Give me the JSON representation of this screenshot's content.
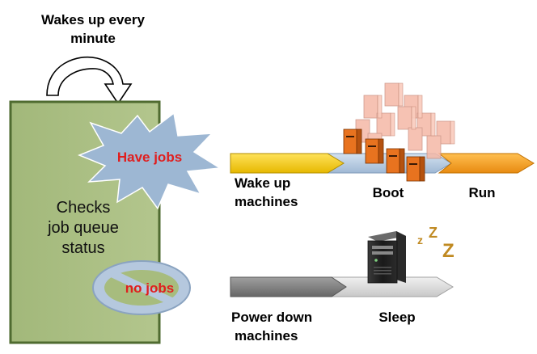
{
  "header": {
    "wake_line1": "Wakes up every",
    "wake_line2": "minute"
  },
  "scheduler": {
    "line1": "Checks",
    "line2": "job queue",
    "line3": "status"
  },
  "have_jobs": {
    "label": "Have jobs",
    "steps": {
      "wake_up_line1": "Wake up",
      "wake_up_line2": "machines",
      "boot": "Boot",
      "run": "Run"
    }
  },
  "no_jobs": {
    "label": "no jobs",
    "steps": {
      "power_down_line1": "Power down",
      "power_down_line2": "machines",
      "sleep": "Sleep"
    },
    "sleep_symbol": "zZZ"
  },
  "colors": {
    "box_fill": "#a7bc7e",
    "box_border": "#5e7a3b",
    "starburst": "#9db7d3",
    "have_jobs_text": "#e01e1e",
    "wake_arrow": "#f3c400",
    "boot_arrow": "#b8cde3",
    "run_arrow": "#f39c1f",
    "power_arrow": "#808080",
    "sleep_arrow": "#dcdcdc",
    "no_jobs_ellipse": "#b5c8de",
    "zzz": "#c08a22"
  },
  "icons": [
    "curved-arrow-icon",
    "server-cluster-icon",
    "server-tower-icon",
    "zzz-icon",
    "prohibited-icon"
  ]
}
